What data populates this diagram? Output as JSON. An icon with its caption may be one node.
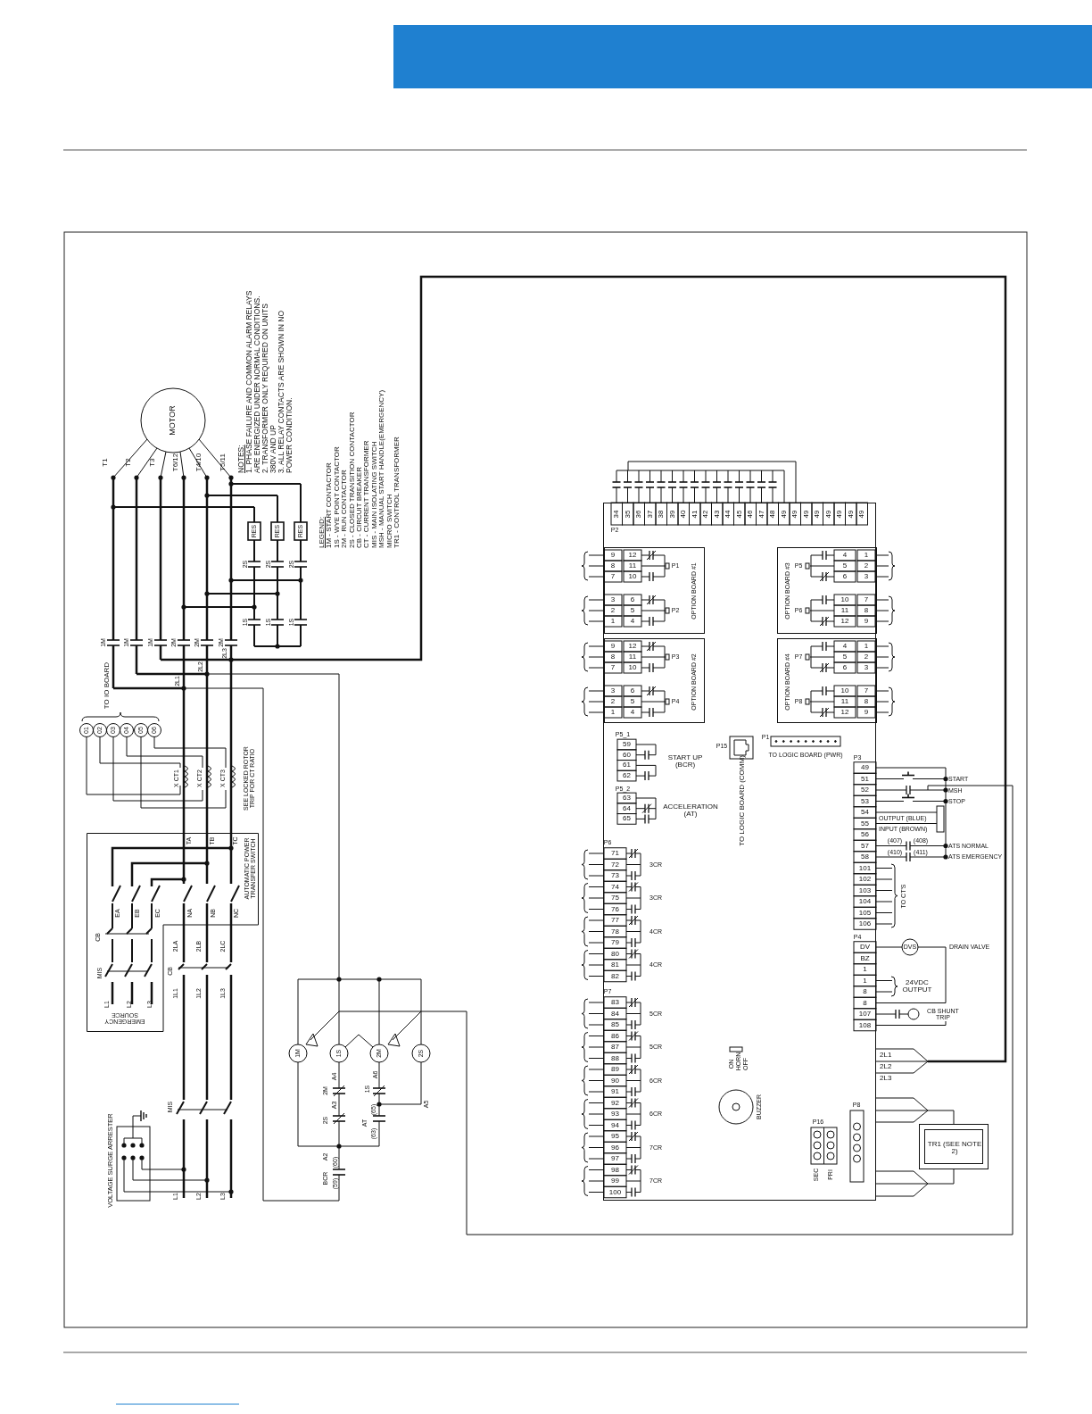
{
  "diagram": {
    "nodes": [
      {
        "text": [],
        "shape": "box"
      },
      {
        "text": [
          "OPTION BOARD #1"
        ],
        "in": 0
      },
      {
        "text": [
          "OPTION BOARD #2"
        ],
        "in": 0
      },
      {
        "text": [
          "OPTION BOARD #3"
        ],
        "in": 0
      },
      {
        "text": [
          "OPTION BOARD #4"
        ],
        "in": 0
      },
      {
        "text": [
          "TR1 (SEE NOTE 2)"
        ]
      }
    ],
    "edges": [
      {
        "from": 5,
        "to": 0,
        "arrow": "none"
      },
      {
        "from": 5,
        "to": 0,
        "arrow": "none"
      }
    ],
    "labels": [
      "T1",
      "T2",
      "T3",
      "T6/12",
      "T4/10",
      "T5/11",
      "NOTES:",
      "1. PHASE FAILURE AND COMMON ALARM RELAYS ARE ENERGIZED UNDER NORMAL CONDITIONS.",
      "2. TRANSFORMER ONLY REQUIRED ON UNITS 380V AND UP",
      "3. ALL RELAY CONTACTS ARE SHOWN IN NO POWER CONDITION.",
      "LEGEND:",
      "1M - START CONTACTOR",
      "1S - WYE POINT CONTACTOR",
      "2M - RUN CONTACTOR",
      "2S - CLOSED TRANSITION CONTACTOR",
      "CB - CIRCUIT BREAKER",
      "CT - CURRENT TRANSFORMER",
      "MIS - MAIN ISOLATING SWITCH",
      "MSH - MANUAL START HANDLE(EMERGENCY)",
      "MICRO SWITCH",
      "TR1 - CONTROL TRANSFORMER",
      "2S",
      "2S",
      "2S",
      "1S",
      "1S",
      "1S",
      "1M",
      "1M",
      "1M",
      "2M",
      "2M",
      "2M",
      "2L3",
      "2L2",
      "2L1",
      "TO IO BOARD",
      "X CT1",
      "X CT2",
      "X CT3",
      "SEE LOCKED ROTOR TRIP FOR CT RATIO",
      "TA",
      "TB",
      "TC",
      "EA",
      "EB",
      "EC",
      "NA",
      "NB",
      "NC",
      "CB",
      "MIS",
      "L1",
      "L2",
      "L3",
      "2LA",
      "2LB",
      "2LC",
      "CB",
      "1L1",
      "1L2",
      "1L3",
      "MIS",
      "L1",
      "L2",
      "L3",
      "2M",
      "A4",
      "2S",
      "A3",
      "1S",
      "A6",
      "AT",
      "(63)",
      "(65)",
      "A5",
      "BCR",
      "A2",
      "(59)",
      "(60)",
      "34",
      "35",
      "36",
      "37",
      "38",
      "39",
      "40",
      "41",
      "42",
      "43",
      "44",
      "45",
      "46",
      "47",
      "48",
      "49",
      "49",
      "49",
      "49",
      "49",
      "49",
      "49",
      "49",
      "P2",
      "9",
      "12",
      "8",
      "11",
      "7",
      "10",
      "P1",
      "3",
      "6",
      "2",
      "5",
      "1",
      "4",
      "P2",
      "9",
      "12",
      "8",
      "11",
      "7",
      "10",
      "P3",
      "3",
      "6",
      "2",
      "5",
      "1",
      "4",
      "P4",
      "P5",
      "4",
      "1",
      "5",
      "2",
      "6",
      "3",
      "P6",
      "10",
      "7",
      "11",
      "8",
      "12",
      "9",
      "P7",
      "4",
      "1",
      "5",
      "2",
      "6",
      "3",
      "P8",
      "10",
      "7",
      "11",
      "8",
      "12",
      "9",
      "P5_1",
      "59",
      "60",
      "61",
      "62",
      "START UP (BCR)",
      "P5_2",
      "63",
      "64",
      "65",
      "ACCELERATION (AT)",
      "P15",
      "TO LOGIC BOARD (COMM)",
      "P1",
      "TO LOGIC BOARD (PWR)",
      "P6",
      "71",
      "72",
      "73",
      "74",
      "75",
      "76",
      "77",
      "78",
      "79",
      "80",
      "81",
      "82",
      "3CR",
      "3CR",
      "4CR",
      "4CR",
      "P7",
      "83",
      "84",
      "85",
      "86",
      "87",
      "88",
      "89",
      "90",
      "91",
      "92",
      "93",
      "94",
      "95",
      "96",
      "97",
      "98",
      "99",
      "100",
      "5CR",
      "5CR",
      "6CR",
      "6CR",
      "7CR",
      "7CR",
      "P3",
      "49",
      "51",
      "52",
      "53",
      "54",
      "55",
      "56",
      "57",
      "58",
      "101",
      "102",
      "103",
      "104",
      "105",
      "106",
      "START",
      "MSH",
      "STOP",
      "OUTPUT (BLUE)",
      "INPUT (BROWN)",
      "(407)",
      "(408)",
      "ATS NORMAL",
      "(410)",
      "(411)",
      "ATS EMERGENCY",
      "TO CT'S",
      "P4",
      "DV",
      "BZ",
      "1",
      "1",
      "8",
      "8",
      "107",
      "108",
      "DVS",
      "DRAIN VALVE",
      "24VDC OUTPUT",
      "CB SHUNT TRIP",
      "2L1",
      "2L2",
      "2L3",
      "ON",
      "HORN",
      "OFF",
      "BUZZER",
      "P16",
      "SEC",
      "PRI",
      "P8",
      "MOTOR",
      "1M",
      "1S",
      "2M",
      "2S",
      "AUTOMATIC POWER TRANSFER SWITCH",
      "EMERGENCY SOURCE",
      "VOLTAGE SURGE ARRESTER",
      "RES",
      "RES",
      "RES",
      "01",
      "02",
      "03",
      "04",
      "05",
      "06"
    ]
  }
}
